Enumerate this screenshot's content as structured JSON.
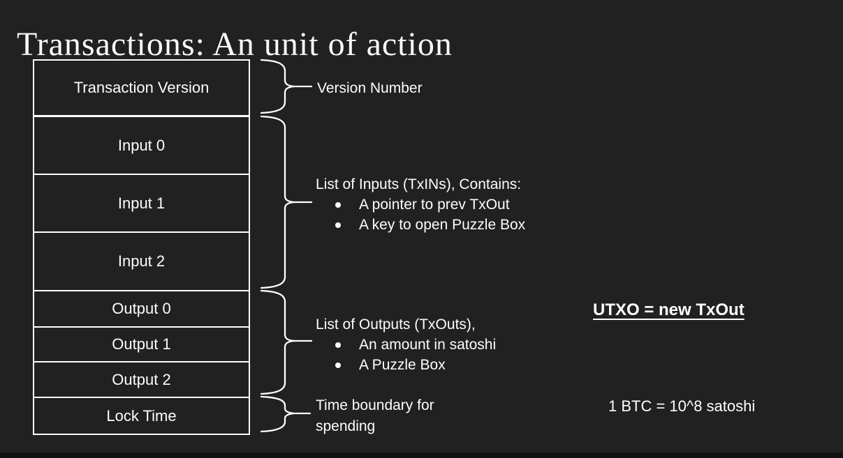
{
  "slide": {
    "title": "Transactions: An unit of action",
    "background_color": "#212121",
    "text_color": "#ffffff"
  },
  "diagram": {
    "boxes": [
      "Transaction Version",
      "Input 0",
      "Input 1",
      "Input 2",
      "Output 0",
      "Output 1",
      "Output 2",
      "Lock Time"
    ]
  },
  "annotations": {
    "version": {
      "label": "Version Number"
    },
    "inputs": {
      "heading": "List of Inputs (TxINs), Contains:",
      "bullets": [
        "A pointer to prev TxOut",
        "A key to open Puzzle Box"
      ]
    },
    "outputs": {
      "heading": "List of Outputs (TxOuts),",
      "bullets": [
        "An amount in satoshi",
        "A Puzzle Box"
      ]
    },
    "lock_time": {
      "label": "Time boundary for spending"
    }
  },
  "notes": {
    "utxo": "UTXO = new TxOut",
    "btc": "1 BTC = 10^8 satoshi"
  }
}
